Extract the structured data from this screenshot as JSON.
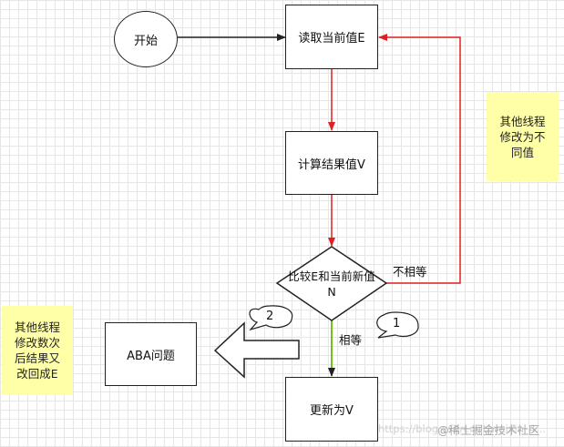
{
  "nodes": {
    "start": "开始",
    "read": "读取当前值E",
    "compute": "计算结果值V",
    "compare_line1": "比较E和当前新值",
    "compare_line2": "N",
    "update": "更新为V",
    "aba": "ABA问题"
  },
  "edge_labels": {
    "not_equal": "不相等",
    "equal": "相等"
  },
  "notes": {
    "right_line1": "其他线程",
    "right_line2": "修改为不",
    "right_line3": "同值",
    "left_line1": "其他线程",
    "left_line2": "修改数次",
    "left_line3": "后结果又",
    "left_line4": "改回成E"
  },
  "bubbles": {
    "one": "1",
    "two": "2"
  },
  "watermark": {
    "faint": "https://blog.csdn.net/weixin_4...",
    "brand": "@稀土掘金技术社区"
  },
  "colors": {
    "red_arrow": "#e02020",
    "green_arrow": "#66bb00",
    "note_fill": "#ffffa8",
    "stroke": "#222222"
  }
}
